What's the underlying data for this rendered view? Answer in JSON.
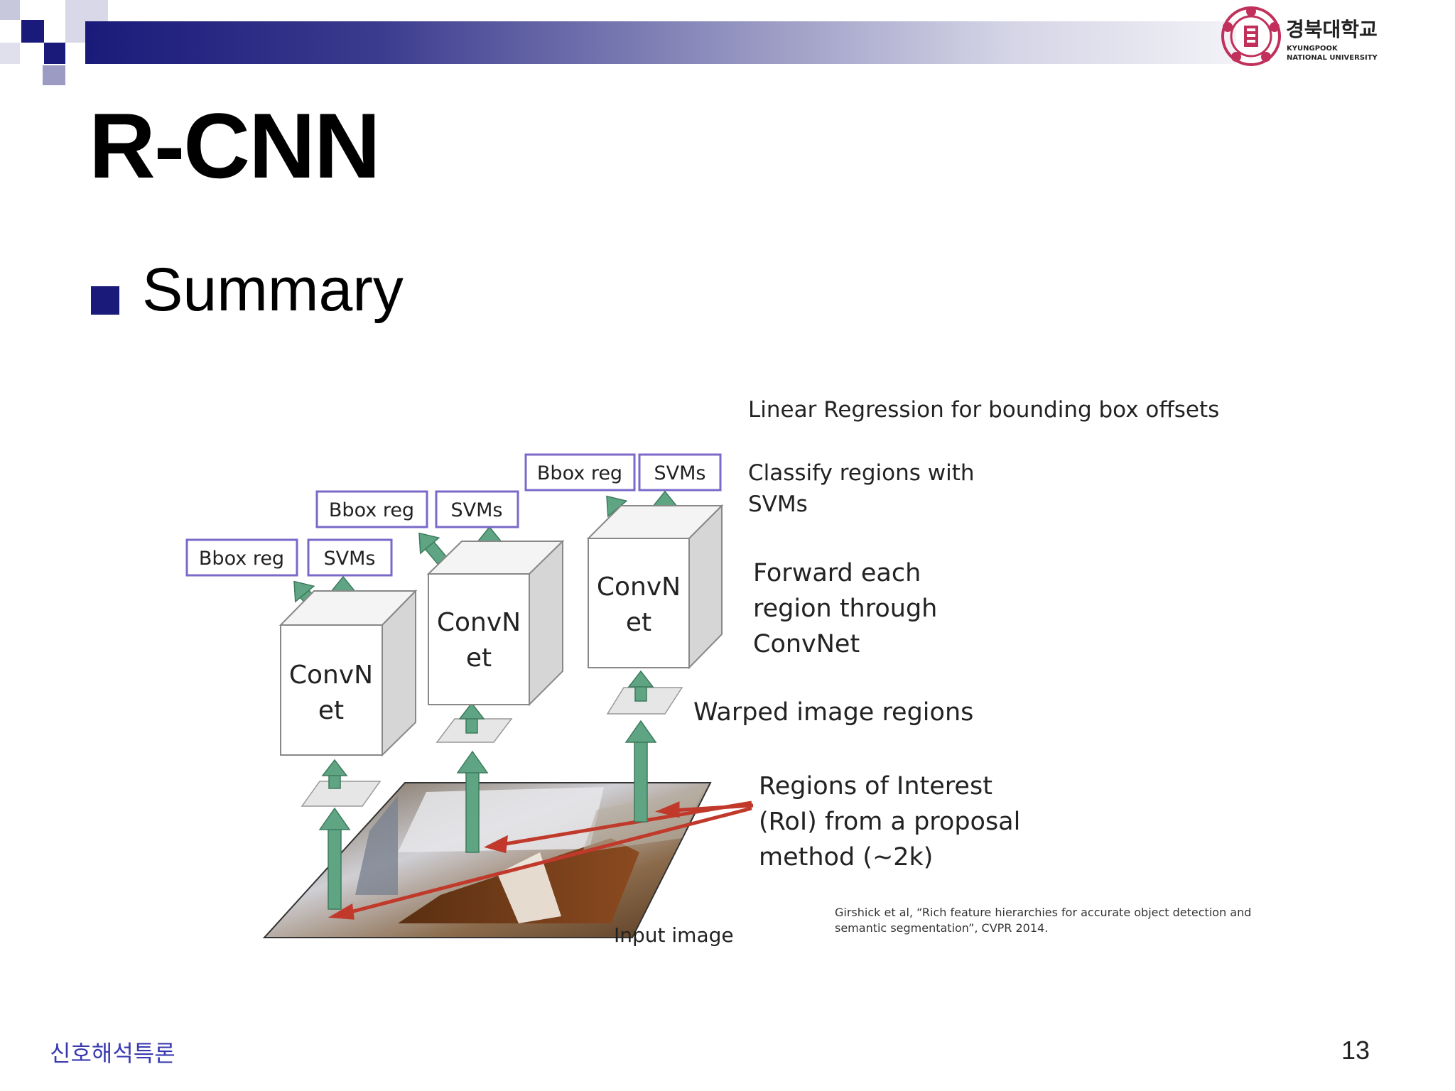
{
  "header": {
    "logo_korean": "경북대학교",
    "logo_english_line1": "KYUNGPOOK",
    "logo_english_line2": "NATIONAL UNIVERSITY"
  },
  "slide": {
    "title": "R-CNN",
    "bullet": "Summary"
  },
  "diagram": {
    "columns": [
      {
        "bbox_label": "Bbox reg",
        "svm_label": "SVMs",
        "convnet_line1": "ConvN",
        "convnet_line2": "et"
      },
      {
        "bbox_label": "Bbox reg",
        "svm_label": "SVMs",
        "convnet_line1": "ConvN",
        "convnet_line2": "et"
      },
      {
        "bbox_label": "Bbox reg",
        "svm_label": "SVMs",
        "convnet_line1": "ConvN",
        "convnet_line2": "et"
      }
    ],
    "annotations": {
      "linear_regression": "Linear Regression for bounding box offsets",
      "classify_line1": "Classify regions with",
      "classify_line2": "SVMs",
      "forward_line1": "Forward each",
      "forward_line2": "region through",
      "forward_line3": "ConvNet",
      "warped": "Warped image regions",
      "roi_line1": "Regions of Interest",
      "roi_line2": "(RoI) from a proposal",
      "roi_line3": "method (~2k)",
      "input_image": "Input image"
    },
    "citation_line1": "Girshick et al, “Rich feature hierarchies for accurate object detection and",
    "citation_line2": "semantic segmentation”, CVPR 2014."
  },
  "footer": {
    "course": "신호해석특론",
    "page": "13"
  },
  "colors": {
    "header_dark": "#1a1a7a",
    "box_border": "#7b68c8",
    "arrow_green": "#5fa584",
    "roi_red": "#c0392b",
    "footer_text": "#3a3ab0"
  }
}
